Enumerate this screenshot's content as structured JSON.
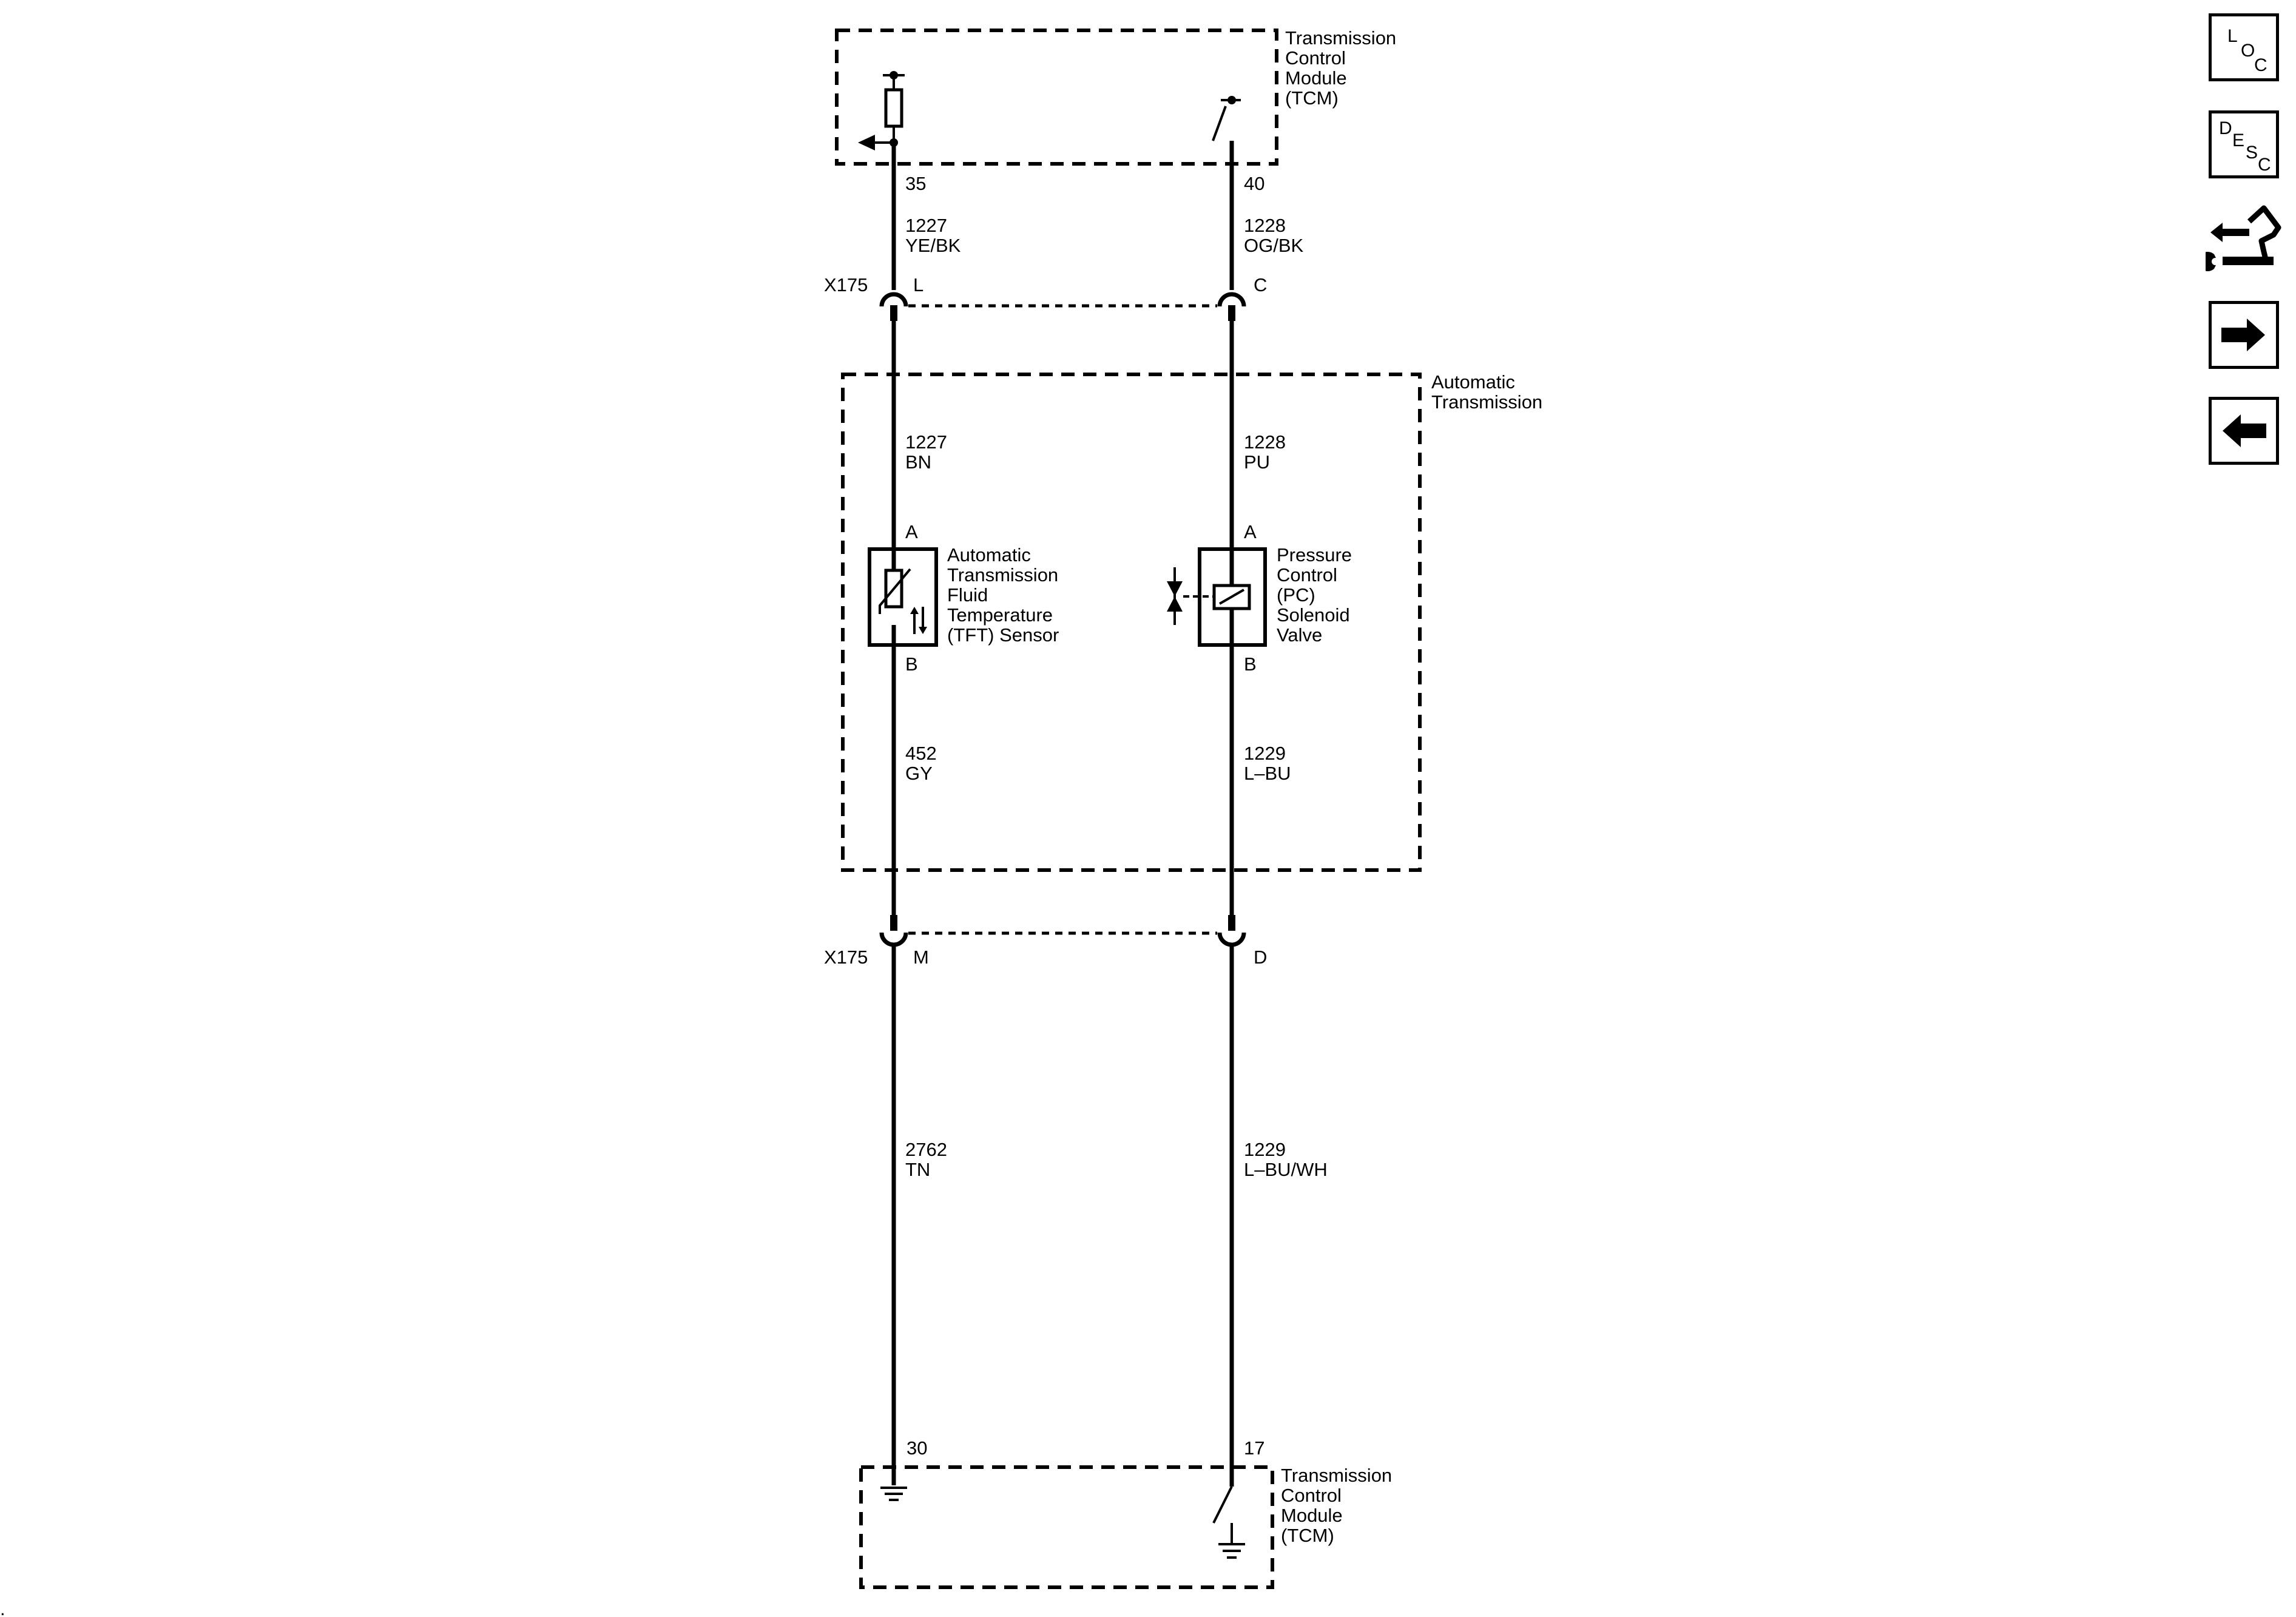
{
  "modules": {
    "tcm_top": [
      "Transmission",
      "Control",
      "Module",
      "(TCM)"
    ],
    "tcm_bottom": [
      "Transmission",
      "Control",
      "Module",
      "(TCM)"
    ],
    "auto_trans": [
      "Automatic",
      "Transmission"
    ]
  },
  "pins": {
    "tcm_top_left": "35",
    "tcm_top_right": "40",
    "tcm_bottom_left": "30",
    "tcm_bottom_right": "17"
  },
  "connectors": {
    "upper": {
      "name": "X175",
      "left_pin": "L",
      "right_pin": "C"
    },
    "lower": {
      "name": "X175",
      "left_pin": "M",
      "right_pin": "D"
    }
  },
  "wires": {
    "w1": {
      "circuit": "1227",
      "color": "YE/BK"
    },
    "w2": {
      "circuit": "1228",
      "color": "OG/BK"
    },
    "w3": {
      "circuit": "1227",
      "color": "BN"
    },
    "w4": {
      "circuit": "1228",
      "color": "PU"
    },
    "w5": {
      "circuit": "452",
      "color": "GY"
    },
    "w6": {
      "circuit": "1229",
      "color": "L–BU"
    },
    "w7": {
      "circuit": "2762",
      "color": "TN"
    },
    "w8": {
      "circuit": "1229",
      "color": "L–BU/WH"
    }
  },
  "components": {
    "tft": {
      "pin_a": "A",
      "pin_b": "B",
      "name": [
        "Automatic",
        "Transmission",
        "Fluid",
        "Temperature",
        "(TFT) Sensor"
      ]
    },
    "pc": {
      "pin_a": "A",
      "pin_b": "B",
      "name": [
        "Pressure",
        "Control",
        "(PC)",
        "Solenoid",
        "Valve"
      ]
    }
  },
  "nav": {
    "loc": [
      "L",
      "O",
      "C"
    ],
    "desc": [
      "D",
      "E",
      "S",
      "C"
    ],
    "icons": [
      "connector-repair-icon",
      "forward-arrow-icon",
      "back-arrow-icon"
    ]
  }
}
